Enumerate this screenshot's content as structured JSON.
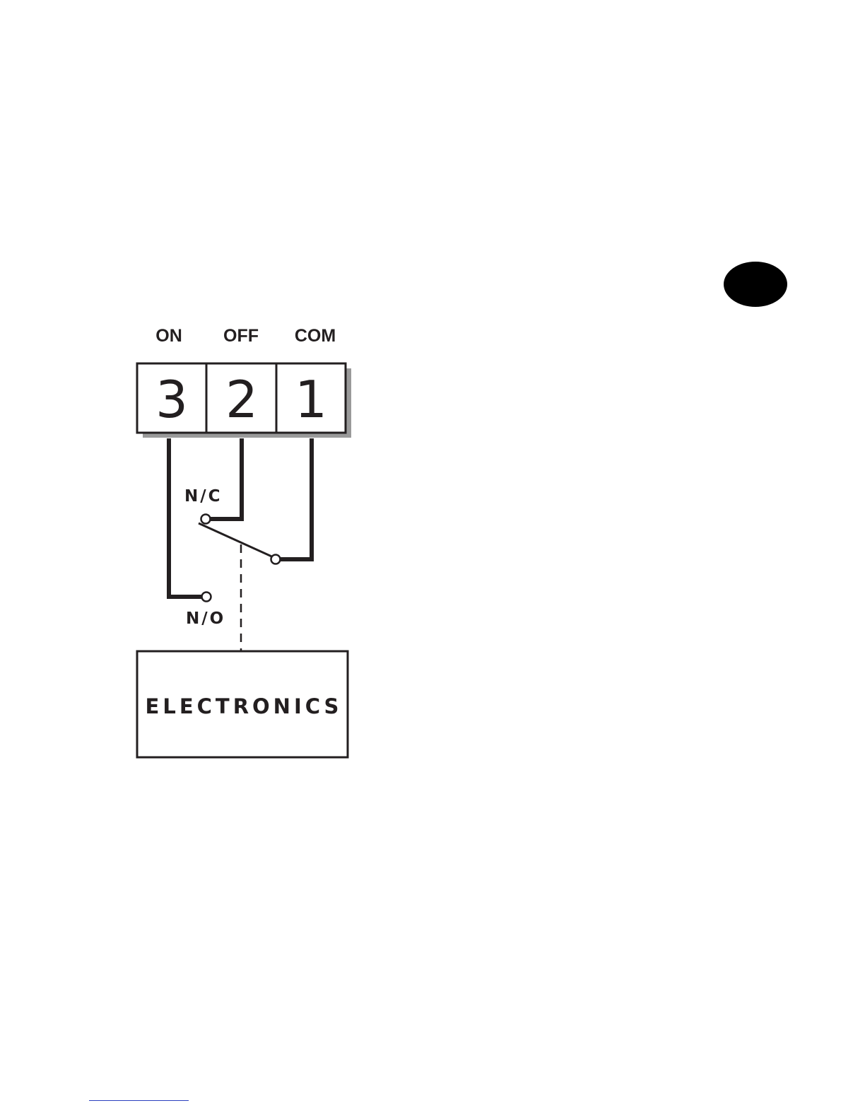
{
  "terminals": [
    {
      "label": "ON",
      "number": "3"
    },
    {
      "label": "OFF",
      "number": "2"
    },
    {
      "label": "COM",
      "number": "1"
    }
  ],
  "contacts": {
    "normally_closed": "N/C",
    "normally_open": "N/O"
  },
  "module": {
    "label": "ELECTRONICS"
  },
  "colors": {
    "ink": "#231f20",
    "shadow": "#9a9a9a",
    "page_marker": "#000000",
    "footer_rule": "#2a3fbf"
  }
}
